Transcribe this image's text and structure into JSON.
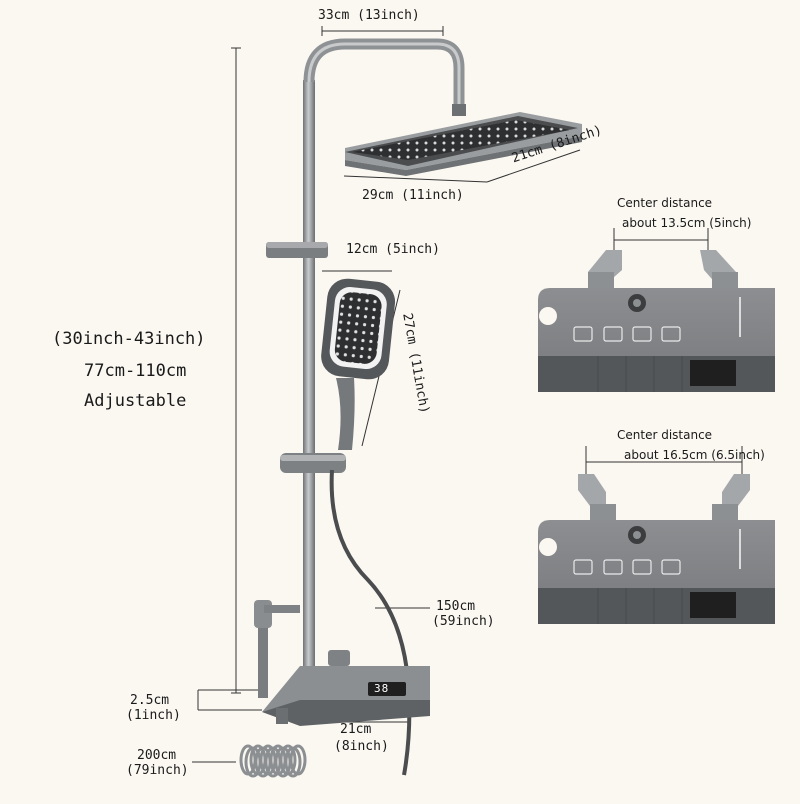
{
  "dimensions": {
    "width_top": "33cm (13inch)",
    "head_length": "29cm (11inch)",
    "head_width": "21cm (8inch)",
    "handheld_width": "12cm (5inch)",
    "handheld_length": "27cm (11inch)",
    "height_inch": "(30inch-43inch)",
    "height_cm": "77cm-110cm",
    "height_note": "Adjustable",
    "hose_cm": "150cm",
    "hose_inch": "(59inch)",
    "shelf_depth_cm": "2.5cm",
    "shelf_depth_inch": "(1inch)",
    "shelf_width_cm": "21cm",
    "shelf_width_inch": "(8inch)",
    "bidet_hose_cm": "200cm",
    "bidet_hose_inch": "(79inch)"
  },
  "options": [
    {
      "title": "Center distance",
      "distance": "about 13.5cm (5inch)"
    },
    {
      "title": "Center distance",
      "distance": "about 16.5cm (6.5inch)"
    }
  ],
  "display": {
    "reading": "38"
  },
  "colors": {
    "metal": "#8d8f91",
    "metal_dark": "#5d6063",
    "panel": "#7b7d80",
    "panel_dark": "#55575a",
    "head_face": "#2e2f31"
  }
}
